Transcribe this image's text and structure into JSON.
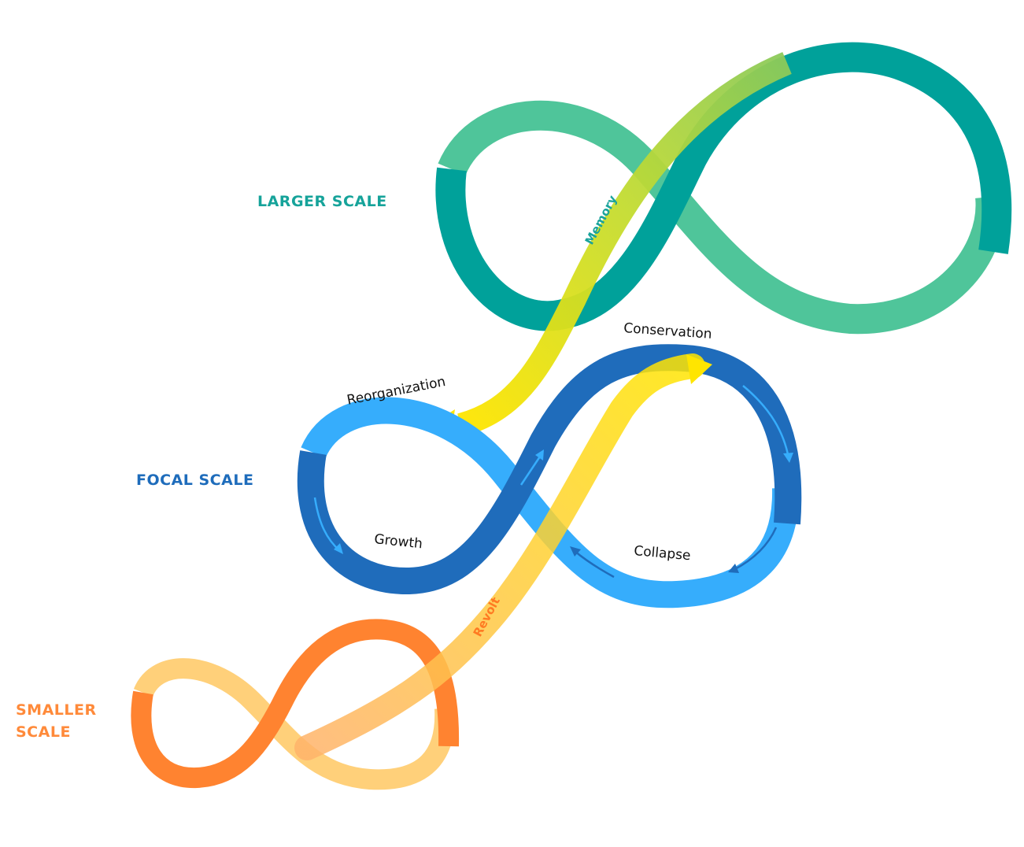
{
  "labels": {
    "larger_scale": "LARGER SCALE",
    "focal_scale": "FOCAL SCALE",
    "smaller_scale_line1": "SMALLER",
    "smaller_scale_line2": "SCALE"
  },
  "phases": {
    "reorganization": "Reorganization",
    "conservation": "Conservation",
    "growth": "Growth",
    "collapse": "Collapse"
  },
  "links": {
    "memory": "Memory",
    "revolt": "Revolt"
  },
  "colors": {
    "larger_dark": "#00a19a",
    "larger_light": "#4fc59a",
    "focal_dark": "#1f6cbb",
    "focal_light": "#36adfc",
    "smaller_dark": "#ff8330",
    "smaller_light": "#ffd07a",
    "link_yellow": "#ffe500",
    "memory_text": "#1aa39b",
    "revolt_text": "#ff7a22",
    "larger_label": "#16a39a",
    "focal_label": "#1e6cbb",
    "smaller_label": "#ff8a3a"
  }
}
